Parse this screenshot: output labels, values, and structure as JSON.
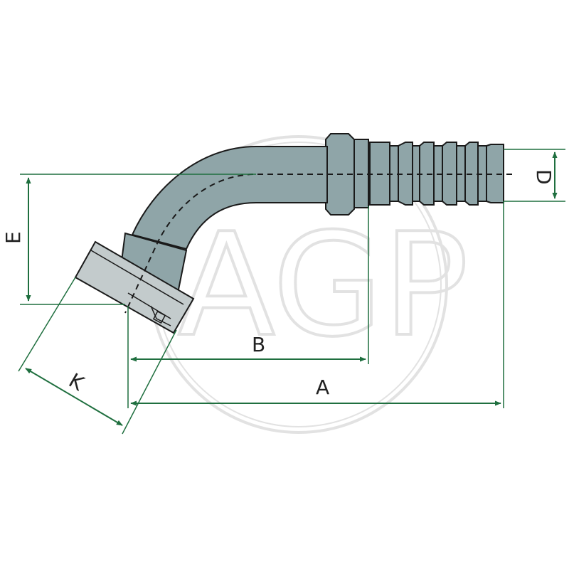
{
  "watermark": {
    "text": "AGP"
  },
  "dimensions": {
    "A": "A",
    "B": "B",
    "D": "D",
    "E": "E",
    "K": "K"
  },
  "colors": {
    "body": "#8fa5a8",
    "nut": "#c3cbcc",
    "outline": "#1a1a1a",
    "dimension": "#1f6f3f",
    "watermark": "#e2e2e2"
  }
}
